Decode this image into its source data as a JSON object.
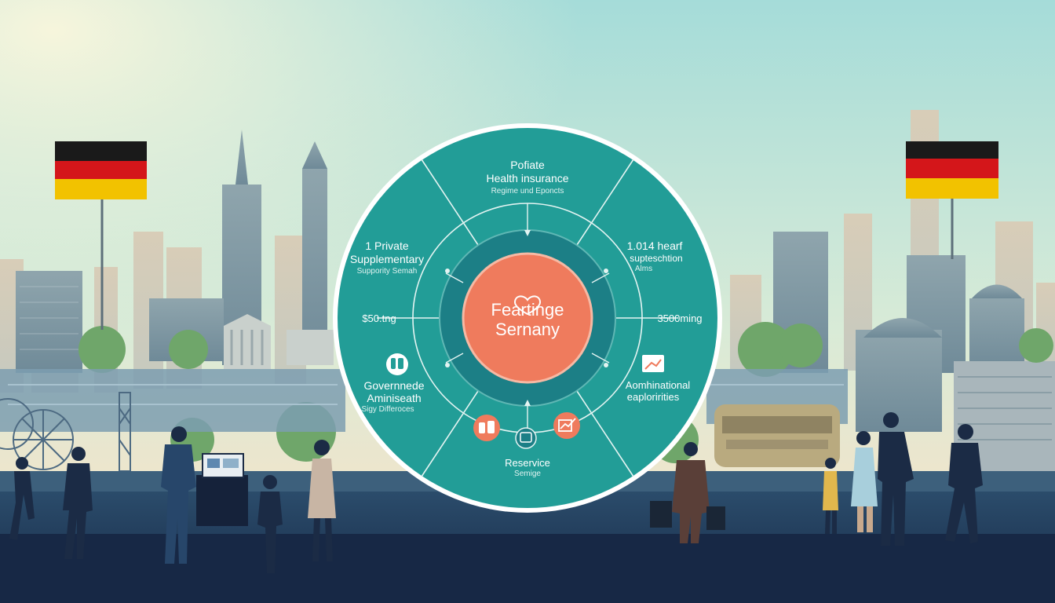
{
  "diagram": {
    "center": {
      "line1": "Feartinge",
      "line2": "Sernany"
    },
    "segments": {
      "top": {
        "line1": "Pofiate",
        "line2": "Health insurance",
        "line3": "Regime und Eponcts"
      },
      "upper_left": {
        "line1": "1 Private",
        "line2": "Supplementary",
        "line3": "Suppority Semah"
      },
      "upper_right": {
        "line1": "1.014 hearf",
        "line2": "supteschtion",
        "line3": "Alms"
      },
      "mid_left": {
        "label": "$50.tng"
      },
      "mid_right": {
        "label": "3500ming"
      },
      "lower_left": {
        "line1": "Governnede",
        "line2": "Aminiseath",
        "line3": "Sigy Differoces"
      },
      "lower_right": {
        "line1": "Aomhinational",
        "line2": "eaploririties"
      },
      "bottom": {
        "line1": "Reservice",
        "line2": "Semige"
      }
    }
  },
  "colors": {
    "wheel_teal": "#229d97",
    "wheel_inner": "#1c7f86",
    "center_coral": "#ef7b5d",
    "sky_top": "#9fdbd8",
    "sky_horizon": "#f1e9cf",
    "ground": "#1d3556",
    "flag_black": "#1a1a1a",
    "flag_red": "#d4161a",
    "flag_gold": "#f2c200"
  },
  "icons": [
    "heart-icon",
    "clipboard-icon",
    "document-icon",
    "chart-icon",
    "pills-icon",
    "monitor-icon",
    "trend-icon"
  ]
}
